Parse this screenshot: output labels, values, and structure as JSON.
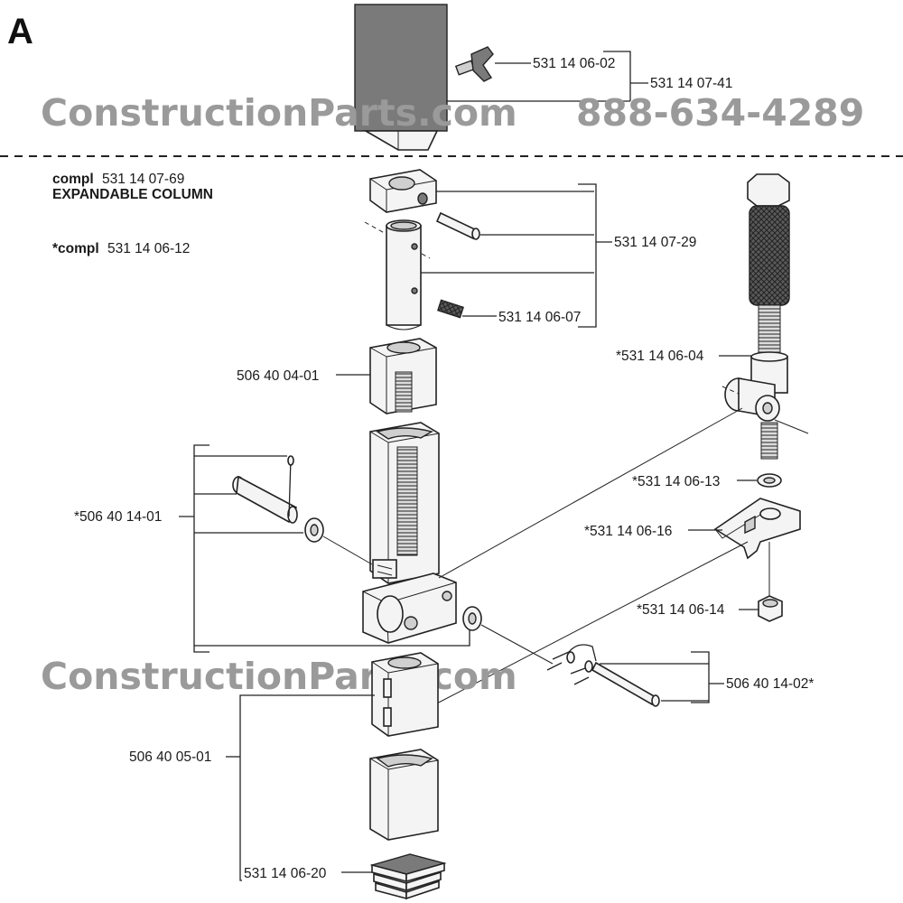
{
  "section_letter": "A",
  "watermark": {
    "site_top": "ConstructionParts.com",
    "phone": "888-634-4289",
    "site_bottom": "ConstructionParts.com"
  },
  "assembly": {
    "compl_1_prefix": "compl",
    "compl_1_number": "531 14 07-69",
    "compl_1_name": "EXPANDABLE COLUMN",
    "compl_2_prefix": "*compl",
    "compl_2_number": "531 14 06-12"
  },
  "part_labels": {
    "p_531_14_06_02": "531 14 06-02",
    "p_531_14_07_41": "531 14 07-41",
    "p_531_14_07_29": "531 14 07-29",
    "p_531_14_06_07": "531 14 06-07",
    "p_506_40_04_01": "506 40 04-01",
    "p_531_14_06_04": "*531 14 06-04",
    "p_531_14_06_13": "*531 14 06-13",
    "p_531_14_06_16": "*531 14 06-16",
    "p_506_40_14_01": "*506 40 14-01",
    "p_531_14_06_14": "*531 14 06-14",
    "p_506_40_14_02": "506 40 14-02*",
    "p_506_40_05_01": "506 40 05-01",
    "p_531_14_06_20": "531 14 06-20"
  }
}
